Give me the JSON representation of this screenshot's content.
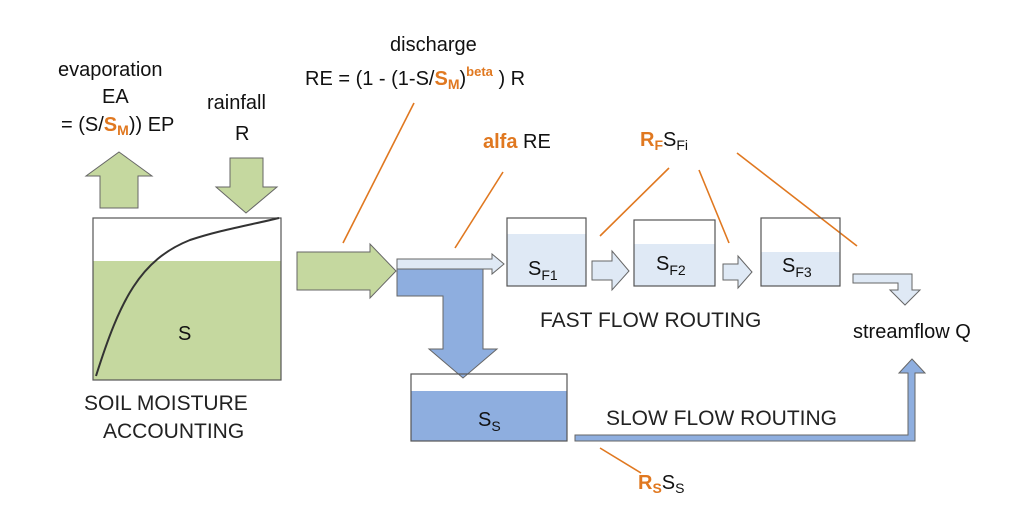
{
  "colors": {
    "soil_fill": "#c5d89f",
    "fast_store_fill": "#dfe9f5",
    "slow_store_fill": "#8eaedf",
    "arrow_green": "#c5d89f",
    "arrow_blue": "#8eaedf",
    "arrow_light": "#dfe9f5",
    "accent_orange": "#e07820",
    "outline": "#555555"
  },
  "labels": {
    "evaporation": "evaporation",
    "ea": "EA",
    "ea_formula_prefix": "= (S/",
    "ea_formula_sm_s": "S",
    "ea_formula_sm_m": "M",
    "ea_formula_suffix": ")) EP",
    "rainfall": "rainfall",
    "rainfall_symbol": "R",
    "discharge": "discharge",
    "re_formula_prefix": "RE = (1 - (1-S/",
    "re_formula_sm_s": "S",
    "re_formula_sm_m": "M",
    "re_formula_paren": ")",
    "re_formula_beta": "beta",
    "re_formula_suffix": " ) R",
    "alfa": "alfa",
    "alfa_re": " RE",
    "rf_r": "R",
    "rf_f": "F",
    "rf_s": "S",
    "rf_fi": "Fi",
    "soil_store": "S",
    "soil_caption_line1": "SOIL MOISTURE",
    "soil_caption_line2": "ACCOUNTING",
    "sf1_s": "S",
    "sf1_sub": "F1",
    "sf2_s": "S",
    "sf2_sub": "F2",
    "sf3_s": "S",
    "sf3_sub": "F3",
    "fast_flow": "FAST FLOW ROUTING",
    "slow_flow": "SLOW FLOW ROUTING",
    "ss_s": "S",
    "ss_sub": "S",
    "streamflow": "streamflow  Q",
    "rs_r": "R",
    "rs_s": "S",
    "rs_ss": "S",
    "rs_ss_sub": "S"
  }
}
